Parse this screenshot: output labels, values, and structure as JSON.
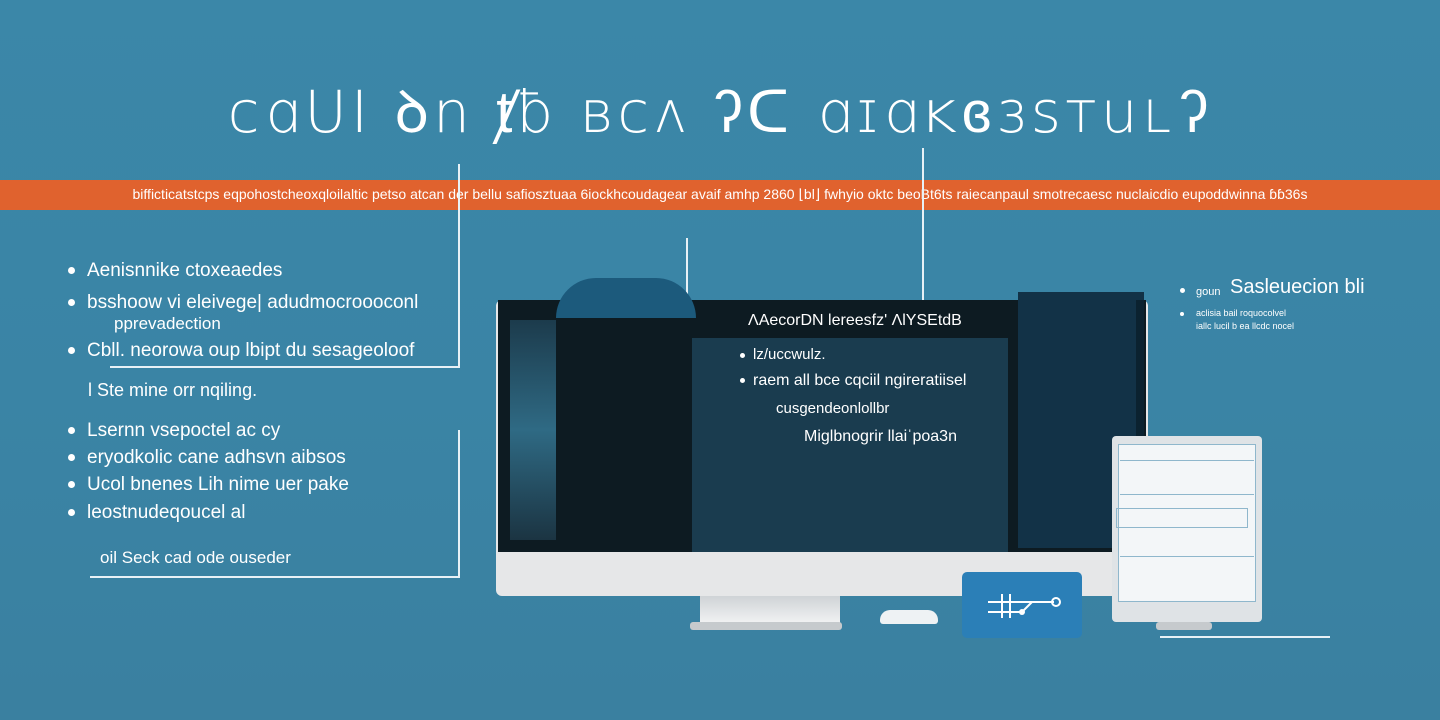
{
  "title": "ᴄɑUI ꝺn    ⱦƀ   ʙᴄʌ ʔᑕ ɑɪɑᴋɞɜѕтuʟʔ",
  "banner": "bifficticatstcps eqpohostcheoxqloilaltic petso atcan der bellu safiosztuaa 6iockhcoudagear avaif amhp 2860 ⌊bl⌋ fwhyio oktc beoBt6ts raiecanpaul smotrecaesc nuclaicdio eupoddwinna ɓɓ36s",
  "left": {
    "group1": [
      "Aenisnnike ctoxeaedes",
      "bsshoow vi eleivege| adudmocroooconl",
      "Cbll. neorowa oup lbipt du sesageoloof"
    ],
    "group1_indent": "pprevadection",
    "note": "l Ste mine orr nqiling.",
    "group2": [
      "Lsernn vsepoctel ac cy",
      "eryodkolic cane adhsvn aibsos",
      "Ucol bnenes Lih nime uer pake",
      "leostnudeqoucel al"
    ],
    "footer": "oil Seck cad ode ouseder"
  },
  "screen": {
    "heading": "ɅAecorDN lereesfz' ɅlYSEtdB",
    "bullets": [
      "lz/uccwulz.",
      "raem all bce cqciil ngireratiisel"
    ],
    "line2": "cusgendeonlollbr",
    "line3": "Miglbnogrir llaiˈpoa3n"
  },
  "right": {
    "item_main": "Sasleuecion bli",
    "item_main_prefix": "goun",
    "item_sub1": "aclisia bail roquocolvel",
    "item_sub2": "iallc lucil b ea llcdc nocel"
  },
  "colors": {
    "background": "#3a85a6",
    "banner": "#e0622e",
    "screen": "#0d1b22",
    "tower": "#123247",
    "card": "#2b7fb7"
  },
  "icons": {
    "card_icon": "connector-icon",
    "cloud_icon": "cloud-icon"
  }
}
